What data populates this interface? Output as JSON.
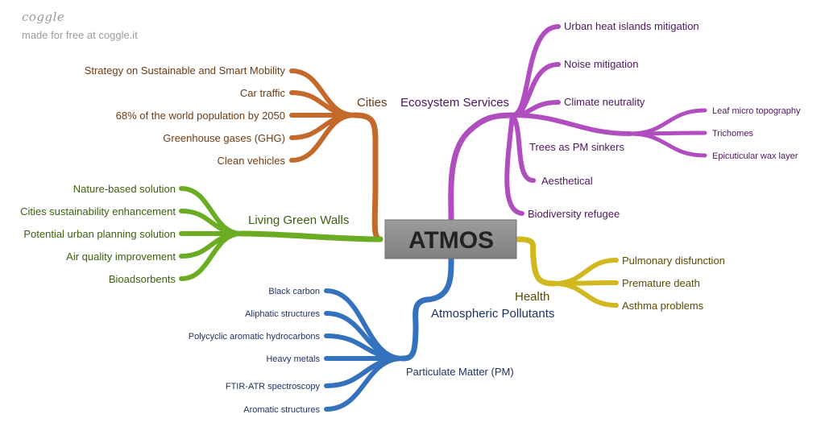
{
  "brand": {
    "logo": "coggle",
    "tagline": "made for free at coggle.it"
  },
  "center": {
    "title": "ATMOS"
  },
  "colors": {
    "cities": "#c2692b",
    "green": "#6aad22",
    "eco": "#b04dbf",
    "health": "#d2b81f",
    "pollutants": "#3572bd"
  },
  "branches": {
    "cities": {
      "label": "Cities",
      "items": [
        "Strategy on Sustainable and Smart Mobility",
        "Car traffic",
        "68% of the world population by 2050",
        "Greenhouse gases (GHG)",
        "Clean vehicles"
      ]
    },
    "green": {
      "label": "Living Green Walls",
      "items": [
        "Nature-based solution",
        "Cities sustainability enhancement",
        "Potential urban planning solution",
        "Air quality improvement",
        "Bioadsorbents"
      ]
    },
    "eco": {
      "label": "Ecosystem Services",
      "items": [
        "Urban heat islands mitigation",
        "Noise mitigation",
        "Climate neutrality",
        "Trees as PM sinkers",
        "Aesthetical",
        "Biodiversity refugee"
      ],
      "trees": [
        "Leaf micro topography",
        "Trichomes",
        "Epicuticular wax layer"
      ]
    },
    "health": {
      "label": "Health",
      "items": [
        "Pulmonary disfunction",
        "Premature death",
        "Asthma problems"
      ]
    },
    "pollutants": {
      "label": "Atmospheric Pollutants",
      "pm": {
        "label": "Particulate Matter (PM)",
        "items": [
          "Black carbon",
          "Aliphatic structures",
          "Polycyclic aromatic hydrocarbons",
          "Heavy metals",
          "FTIR-ATR spectroscopy",
          "Aromatic structures"
        ]
      }
    }
  }
}
